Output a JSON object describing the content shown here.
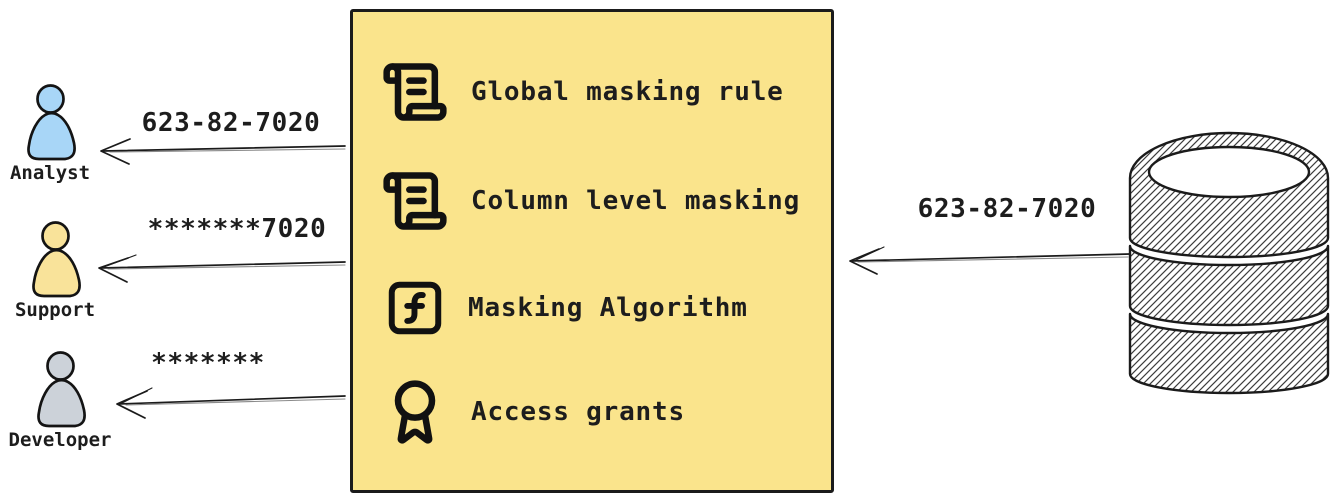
{
  "personas": [
    {
      "name": "Analyst",
      "received_value": "623-82-7020",
      "color": "#a8d6f7",
      "icon": "user-analyst-icon"
    },
    {
      "name": "Support",
      "received_value": "*******7020",
      "color": "#f9e39a",
      "icon": "user-support-icon"
    },
    {
      "name": "Developer",
      "received_value": "*******",
      "color": "#ccd2d9",
      "icon": "user-developer-icon"
    }
  ],
  "masking_box": {
    "fill": "#fae48c",
    "border_color": "#1b1b1b",
    "items": [
      {
        "label": "Global masking rule",
        "icon": "scroll-text-icon"
      },
      {
        "label": "Column level masking",
        "icon": "scroll-text-icon"
      },
      {
        "label": "Masking Algorithm",
        "icon": "function-square-icon"
      },
      {
        "label": "Access grants",
        "icon": "award-icon"
      }
    ]
  },
  "database": {
    "outgoing_value": "623-82-7020",
    "icon": "database-cylinder-icon"
  },
  "colors": {
    "ink": "#1d1d1d",
    "sketch_gray": "#8a8a8a",
    "hatch": "#3d3d3d"
  }
}
